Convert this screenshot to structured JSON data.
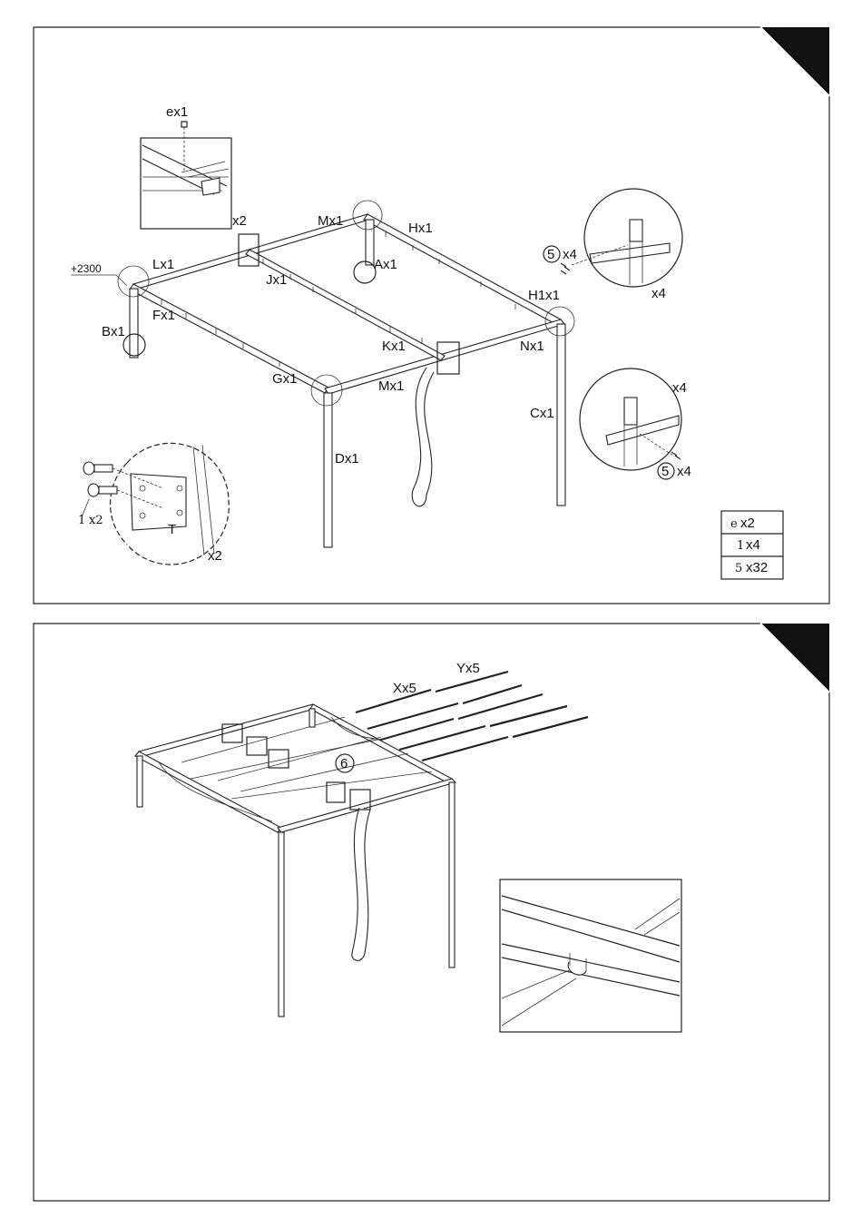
{
  "step1": {
    "labels": {
      "ex1": "ex1",
      "x2_top": "x2",
      "mx1_top": "Mx1",
      "hx1": "Hx1",
      "lx1": "Lx1",
      "plus2300": "+2300",
      "ax1": "Ax1",
      "jx1": "Jx1",
      "h1x1": "H1x1",
      "fx1": "Fx1",
      "bx1": "Bx1",
      "kx1": "Kx1",
      "nx1": "Nx1",
      "gx1": "Gx1",
      "mx1_bottom": "Mx1",
      "cx1": "Cx1",
      "dx1": "Dx1",
      "t": "T",
      "x2_detail": "x2",
      "x4_detail_top": "x4",
      "x4_detail_bottom": "x4",
      "five_x4_top": "x4",
      "five_x4_bottom": "x4",
      "circled_five": "5",
      "bolt_x2": "x2",
      "bolt_glyph": "1"
    },
    "parts_table": [
      {
        "glyph": "e",
        "qty": "x2"
      },
      {
        "glyph": "1",
        "qty": "x4"
      },
      {
        "glyph": "5",
        "qty": "x32"
      }
    ]
  },
  "step2": {
    "labels": {
      "xx5": "Xx5",
      "yx5": "Yx5",
      "circled_six": "6"
    }
  }
}
